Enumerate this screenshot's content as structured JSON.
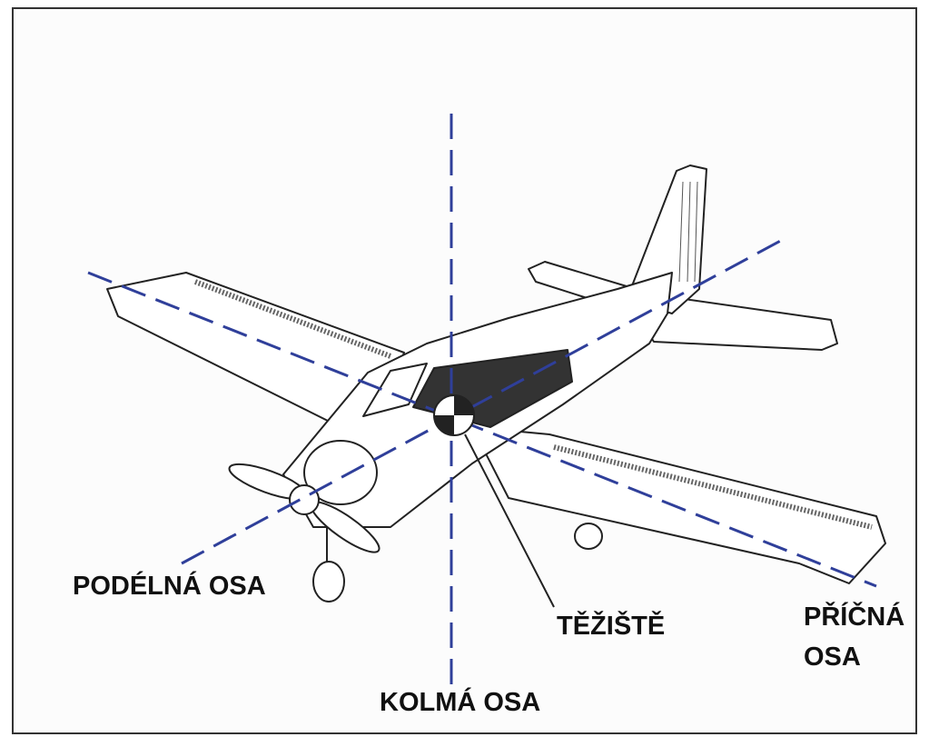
{
  "labels": {
    "longitudinal_axis": "PODÉLNÁ OSA",
    "vertical_axis": "KOLMÁ OSA",
    "center_of_gravity": "TĚŽIŠTĚ",
    "lateral_axis_line1": "PŘÍČNÁ",
    "lateral_axis_line2": "OSA"
  },
  "colors": {
    "axis": "#2f3f9a",
    "outline": "#222222",
    "fill": "#ffffff"
  }
}
